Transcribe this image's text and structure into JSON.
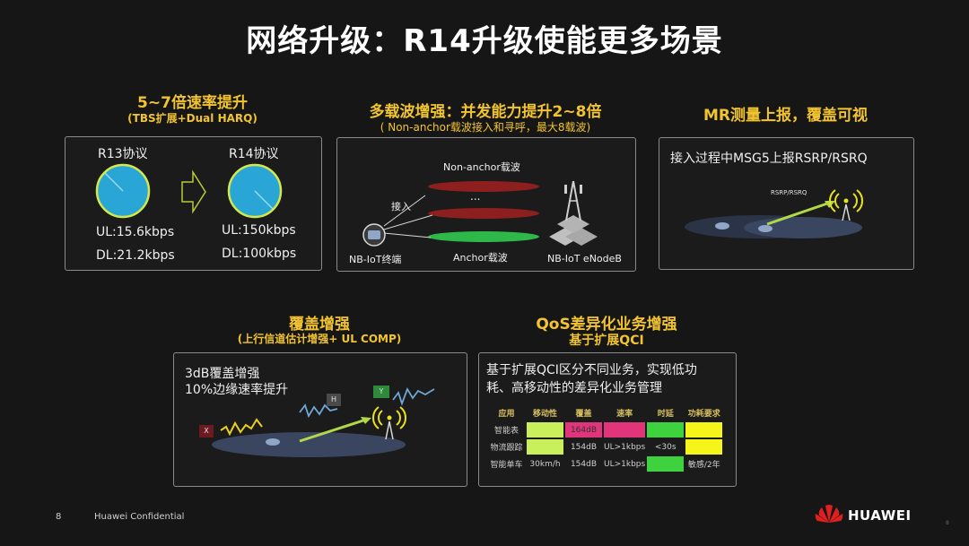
{
  "slide": {
    "title": "网络升级：R14升级使能更多场景",
    "page_number": "8",
    "confidential": "Huawei Confidential",
    "brand": "HUAWEI",
    "corner_mark": "8"
  },
  "panel_rate": {
    "heading": "5~7倍速率提升",
    "subheading": "(TBS扩展+Dual HARQ)",
    "left": {
      "label": "R13协议",
      "ul": "UL:15.6kbps",
      "dl": "DL:21.2kbps"
    },
    "right": {
      "label": "R14协议",
      "ul": "UL:150kbps",
      "dl": "DL:100kbps"
    }
  },
  "panel_multicarrier": {
    "heading": "多载波增强：并发能力提升2~8倍",
    "subheading": "( Non-anchor载波接入和寻呼，最大8载波)",
    "non_anchor_label": "Non-anchor载波",
    "dots": "...",
    "access_label": "接入",
    "terminal_label": "NB-IoT终端",
    "anchor_label": "Anchor载波",
    "enodeb_label": "NB-IoT eNodeB"
  },
  "panel_mr": {
    "heading": "MR测量上报，覆盖可视",
    "text": "接入过程中MSG5上报RSRP/RSRQ",
    "arrow_label": "RSRP/RSRQ"
  },
  "panel_coverage": {
    "heading": "覆盖增强",
    "subheading": "(上行信道估计增强+ UL COMP)",
    "line1": "3dB覆盖增强",
    "line2": "10%边缘速率提升",
    "tag_x": "X",
    "tag_h": "H",
    "tag_y": "Y"
  },
  "panel_qos": {
    "heading": "QoS差异化业务增强",
    "subheading": "基于扩展QCI",
    "line1": "基于扩展QCI区分不同业务，实现低功",
    "line2": "耗、高移动性的差异化业务管理",
    "headers": [
      "应用",
      "移动性",
      "覆盖",
      "速率",
      "时延",
      "功耗要求"
    ],
    "rows": [
      [
        "智能表",
        "",
        "164dB",
        "",
        "",
        ""
      ],
      [
        "物流跟踪",
        "",
        "154dB",
        "UL>1kbps",
        "<30s",
        ""
      ],
      [
        "智能单车",
        "30km/h",
        "154dB",
        "UL>1kbps",
        "",
        "敏感/2年"
      ]
    ],
    "cell_colors": [
      [
        "",
        "#c8f05a",
        "#e0357a",
        "#e0357a",
        "#3ed23e",
        "#f5f51a"
      ],
      [
        "",
        "#c8f05a",
        "",
        "",
        "",
        "#f5f51a"
      ],
      [
        "",
        "",
        "",
        "",
        "#3ed23e",
        ""
      ]
    ]
  }
}
